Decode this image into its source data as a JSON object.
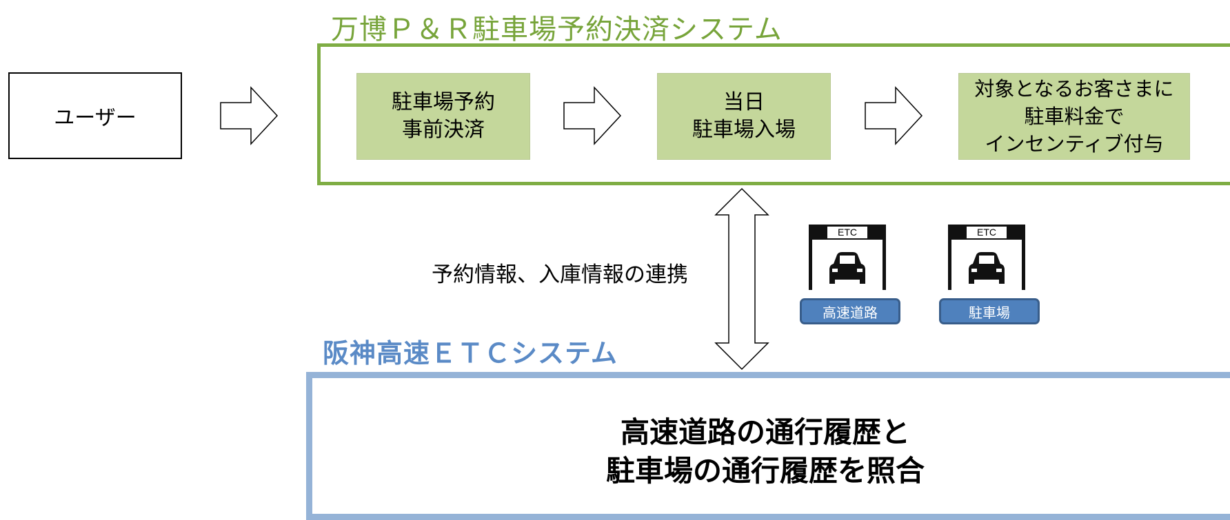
{
  "pr_system": {
    "title": "万博Ｐ＆Ｒ駐車場予約決済システム",
    "frame_color": "#7fad44",
    "steps": [
      {
        "lines": [
          "駐車場予約",
          "事前決済"
        ]
      },
      {
        "lines": [
          "当日",
          "駐車場入場"
        ]
      },
      {
        "lines": [
          "対象となるお客さまに",
          "駐車料金で",
          "インセンティブ付与"
        ]
      }
    ],
    "step_fill_color": "#c4d79b"
  },
  "user": {
    "label": "ユーザー"
  },
  "link": {
    "label": "予約情報、入庫情報の連携"
  },
  "gates": [
    {
      "sign": "ETC",
      "label": "高速道路",
      "icon": "etc-gate-car-icon"
    },
    {
      "sign": "ETC",
      "label": "駐車場",
      "icon": "etc-gate-car-icon"
    }
  ],
  "gate_badge_color": "#4f81bd",
  "etc_system": {
    "title": "阪神高速ＥＴＣシステム",
    "title_color": "#5a8ac6",
    "frame_color": "#95b3d7",
    "result_lines": [
      "高速道路の通行履歴と",
      "駐車場の通行履歴を照合"
    ]
  }
}
